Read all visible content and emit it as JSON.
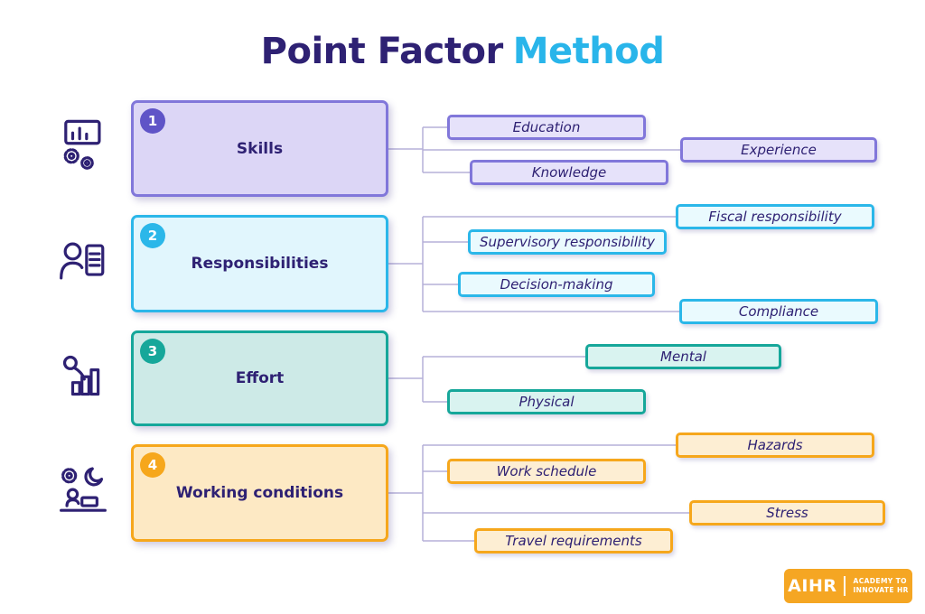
{
  "title": {
    "primary": "Point Factor",
    "accent": "Method"
  },
  "colors": {
    "title_primary": "#2e2173",
    "title_accent": "#29b5ea",
    "text": "#2e2173",
    "connector": "#b5b0d8",
    "purple_border": "#8177da",
    "purple_fill": "#dcd6f6",
    "cyan_border": "#2bb7e9",
    "cyan_fill": "#e1f6fd",
    "teal_border": "#16a79a",
    "teal_fill": "#cdeae7",
    "orange_border": "#f6a71c",
    "orange_fill": "#fde9c4",
    "logo_background": "#f5a623"
  },
  "factors": [
    {
      "number": "1",
      "label": "Skills",
      "icon": "presentation-gears-icon",
      "subs": [
        "Education",
        "Experience",
        "Knowledge"
      ]
    },
    {
      "number": "2",
      "label": "Responsibilities",
      "icon": "person-checklist-icon",
      "subs": [
        "Fiscal responsibility",
        "Supervisory responsibility",
        "Decision-making",
        "Compliance"
      ]
    },
    {
      "number": "3",
      "label": "Effort",
      "icon": "person-chart-icon",
      "subs": [
        "Mental",
        "Physical"
      ]
    },
    {
      "number": "4",
      "label": "Working conditions",
      "icon": "person-workstation-icon",
      "subs": [
        "Hazards",
        "Work schedule",
        "Stress",
        "Travel requirements"
      ]
    }
  ],
  "logo": {
    "brand": "AIHR",
    "tagline_top": "ACADEMY TO",
    "tagline_bottom": "INNOVATE HR"
  }
}
